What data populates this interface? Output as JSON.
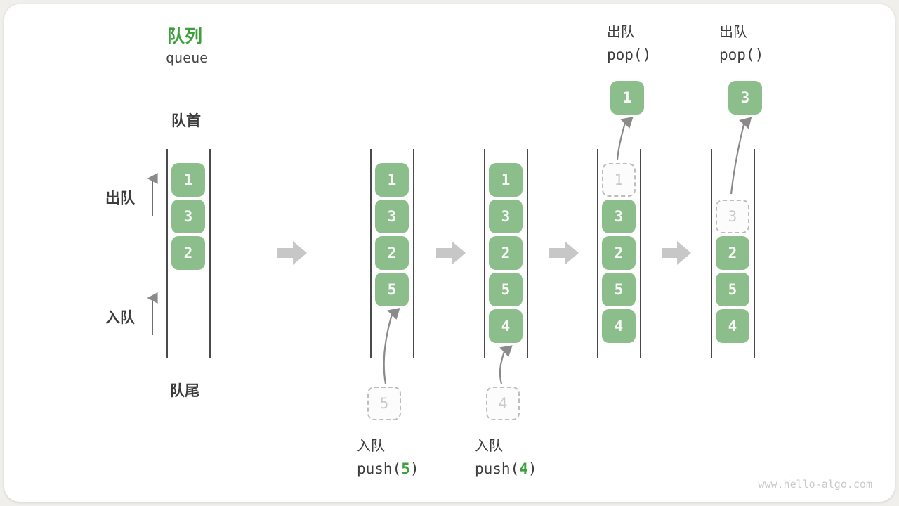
{
  "title": {
    "zh": "队列",
    "en": "queue"
  },
  "side_labels": {
    "front": "队首",
    "rear": "队尾",
    "dequeue": "出队",
    "enqueue": "入队"
  },
  "colors": {
    "accent_green": "#3DA03D",
    "box_green": "#8CBE8C",
    "ink": "#3C3C3C"
  },
  "watermark": "www.hello-algo.com",
  "states": [
    {
      "items": [
        {
          "v": "1"
        },
        {
          "v": "3"
        },
        {
          "v": "2"
        }
      ]
    },
    {
      "items": [
        {
          "v": "1"
        },
        {
          "v": "3"
        },
        {
          "v": "2"
        },
        {
          "v": "5"
        }
      ],
      "op": {
        "type": "enqueue",
        "label": "入队",
        "code_pre": "push(",
        "num": "5",
        "code_post": ")",
        "pending": "5"
      }
    },
    {
      "items": [
        {
          "v": "1"
        },
        {
          "v": "3"
        },
        {
          "v": "2"
        },
        {
          "v": "5"
        },
        {
          "v": "4"
        }
      ],
      "op": {
        "type": "enqueue",
        "label": "入队",
        "code_pre": "push(",
        "num": "4",
        "code_post": ")",
        "pending": "4"
      }
    },
    {
      "items": [
        {
          "v": "1",
          "ghost": true
        },
        {
          "v": "3"
        },
        {
          "v": "2"
        },
        {
          "v": "5"
        },
        {
          "v": "4"
        }
      ],
      "op": {
        "type": "dequeue",
        "label": "出队",
        "code": "pop()",
        "popped": "1"
      }
    },
    {
      "items": [
        {
          "v": "3",
          "ghost": true,
          "slot": 1
        },
        {
          "v": "2",
          "slot": 2
        },
        {
          "v": "5",
          "slot": 3
        },
        {
          "v": "4",
          "slot": 4
        }
      ],
      "op": {
        "type": "dequeue",
        "label": "出队",
        "code": "pop()",
        "popped": "3"
      }
    }
  ]
}
